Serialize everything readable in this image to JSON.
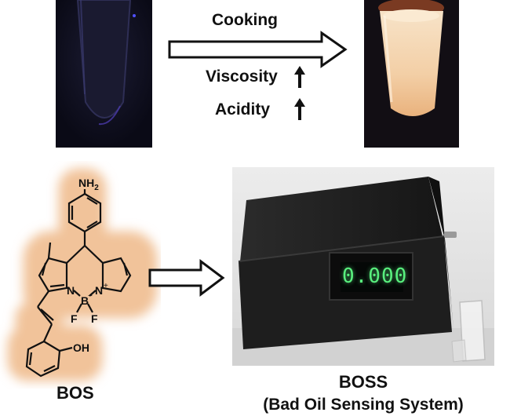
{
  "process": {
    "arrow_label": "Cooking",
    "effects": [
      {
        "label": "Viscosity",
        "direction": "up"
      },
      {
        "label": "Acidity",
        "direction": "up"
      }
    ]
  },
  "molecule": {
    "name": "BOS",
    "atoms": {
      "amine": "NH",
      "amine_subscript": "2",
      "hydroxyl": "OH",
      "nitrogen_left": "N",
      "nitrogen_right": "N",
      "boron": "B",
      "fluorine_left": "F",
      "fluorine_right": "F",
      "boron_charge": "−",
      "nitrogen_charge": "+"
    }
  },
  "device": {
    "name": "BOSS",
    "full_name": "(Bad Oil Sensing System)",
    "display_value": "0.000"
  },
  "colors": {
    "glow": "#f0c8a0",
    "display": "#59f07e",
    "device_body": "#1c1c1c",
    "arrow_stroke": "#111111"
  }
}
